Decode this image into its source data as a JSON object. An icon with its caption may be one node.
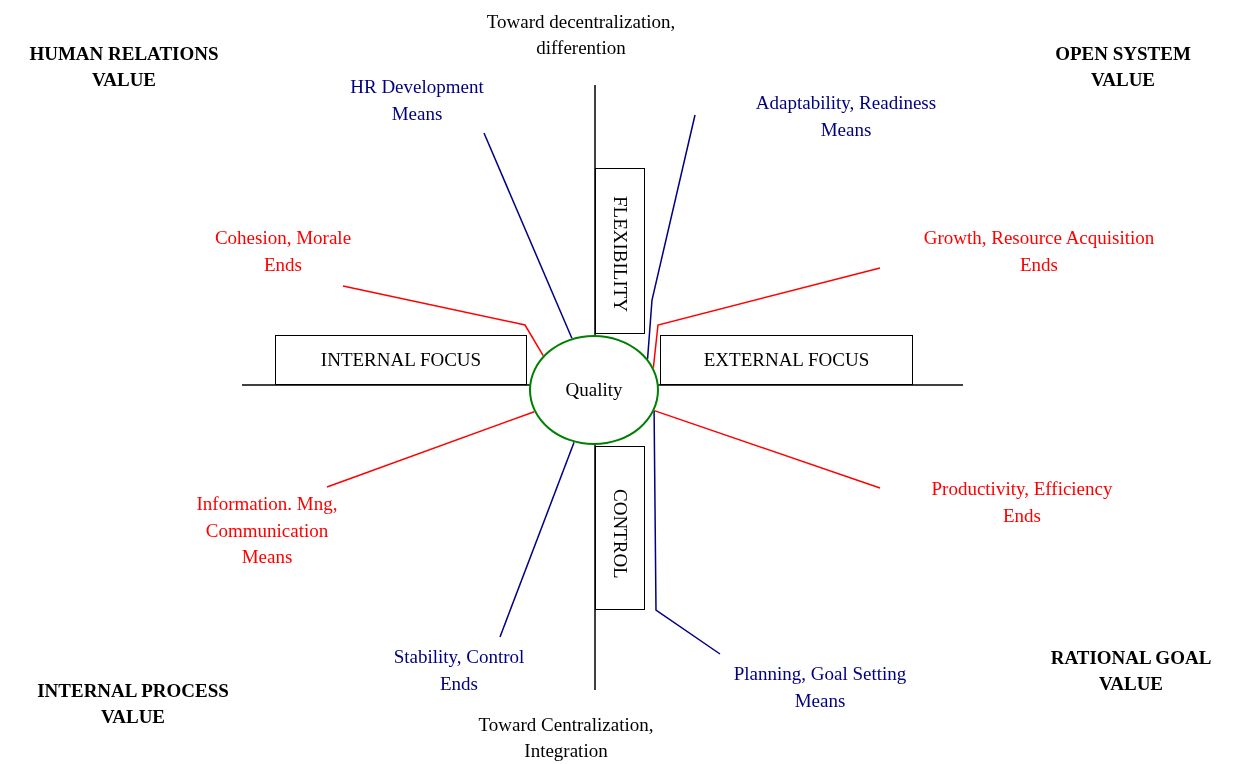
{
  "diagram": {
    "nodes": [
      {
        "text": [
          "HR Development Means"
        ]
      },
      {
        "text": [
          "Adaptability, Readiness Means"
        ]
      },
      {
        "text": [
          "FLEXIBILITY"
        ]
      },
      {
        "text": [
          "Cohesion, Morale Ends"
        ]
      },
      {
        "text": [
          "Growth, Resource Acquisition Ends"
        ]
      },
      {
        "text": [
          "INTERNAL FOCUS"
        ]
      },
      {
        "text": [
          "EXTERNAL FOCUS"
        ]
      },
      {
        "text": [
          "Quality"
        ]
      },
      {
        "text": [
          "CONTROL"
        ]
      },
      {
        "text": [
          "Information. Mng, Communication Means"
        ]
      },
      {
        "text": [
          "Productivity, Efficiency Ends"
        ]
      },
      {
        "text": [
          "Stability, Control Ends"
        ]
      },
      {
        "text": [
          "Planning, Goal Setting Means"
        ]
      }
    ],
    "edges": [
      {
        "from": 7,
        "to": 0,
        "arrow": "none",
        "color": "#000080"
      },
      {
        "from": 7,
        "to": 1,
        "arrow": "none",
        "color": "#000080"
      },
      {
        "from": 7,
        "to": 3,
        "arrow": "none",
        "color": "#ff0000"
      },
      {
        "from": 7,
        "to": 4,
        "arrow": "none",
        "color": "#ff0000"
      },
      {
        "from": 7,
        "to": 9,
        "arrow": "none",
        "color": "#ff0000"
      },
      {
        "from": 7,
        "to": 10,
        "arrow": "none",
        "color": "#ff0000"
      },
      {
        "from": 7,
        "to": 11,
        "arrow": "none",
        "color": "#000080"
      },
      {
        "from": 7,
        "to": 12,
        "arrow": "none",
        "color": "#000080"
      }
    ],
    "labels": [
      "Toward decentralization, differention",
      "HUMAN RELATIONS VALUE",
      "OPEN SYSTEM VALUE",
      "RATIONAL GOAL VALUE",
      "INTERNAL PROCESS VALUE",
      "Toward Centralization, Integration"
    ]
  }
}
